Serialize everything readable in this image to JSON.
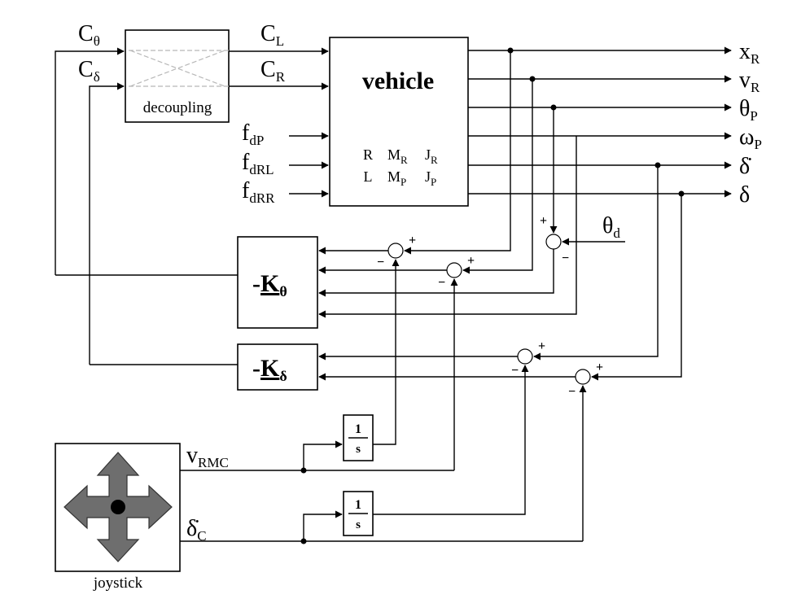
{
  "blocks": {
    "decoupling": "decoupling",
    "vehicle": "vehicle",
    "k_theta": {
      "prefix": "-",
      "main": "K",
      "sub": "θ"
    },
    "k_delta": {
      "prefix": "-",
      "main": "K",
      "sub": "δ"
    },
    "joystick": "joystick",
    "integrator_num": "1",
    "integrator_den": "s"
  },
  "inputs": {
    "c_theta": {
      "main": "C",
      "sub": "θ"
    },
    "c_delta": {
      "main": "C",
      "sub": "δ"
    },
    "c_l": {
      "main": "C",
      "sub": "L"
    },
    "c_r": {
      "main": "C",
      "sub": "R"
    },
    "f_dp": {
      "main": "f",
      "sub": "dP"
    },
    "f_drl": {
      "main": "f",
      "sub": "dRL"
    },
    "f_drr": {
      "main": "f",
      "sub": "dRR"
    }
  },
  "vehicle_params": {
    "r": "R",
    "l": "L",
    "m_r": {
      "main": "M",
      "sub": "R"
    },
    "m_p": {
      "main": "M",
      "sub": "P"
    },
    "j_r": {
      "main": "J",
      "sub": "R"
    },
    "j_p": {
      "main": "J",
      "sub": "P"
    }
  },
  "outputs": {
    "x_r": {
      "main": "x",
      "sub": "R"
    },
    "v_r": {
      "main": "v",
      "sub": "R"
    },
    "theta_p": {
      "main": "θ",
      "sub": "P"
    },
    "omega_p": {
      "main": "ω",
      "sub": "P"
    },
    "delta_dot": {
      "main": "δ̇"
    },
    "delta": {
      "main": "δ"
    }
  },
  "references": {
    "theta_d": {
      "main": "θ",
      "sub": "d"
    },
    "v_rmc": {
      "main": "v",
      "sub": "RMC"
    },
    "delta_dot_c": {
      "main": "δ̇",
      "sub": "C"
    }
  },
  "signs": {
    "plus": "+",
    "minus": "−"
  }
}
